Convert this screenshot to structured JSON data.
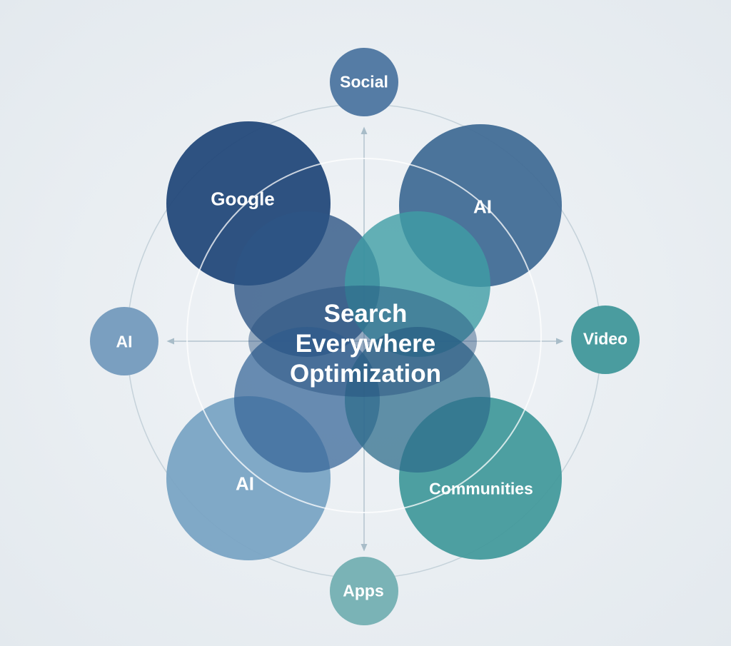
{
  "title": "Search Everywhere Optimization",
  "title_lines": [
    "Search",
    "Everywhere",
    "Optimization"
  ],
  "large_nodes": [
    {
      "label": "Google",
      "color": "#24497a"
    },
    {
      "label": "AI",
      "color": "#426d96"
    },
    {
      "label": "AI",
      "color": "#7aa4c4"
    },
    {
      "label": "Communities",
      "color": "#449a9c"
    }
  ],
  "small_nodes": [
    {
      "label": "Social",
      "color": "#557ca5"
    },
    {
      "label": "AI",
      "color": "#7a9fc0"
    },
    {
      "label": "Video",
      "color": "#4a9c9f"
    },
    {
      "label": "Apps",
      "color": "#7ab3b6"
    }
  ]
}
